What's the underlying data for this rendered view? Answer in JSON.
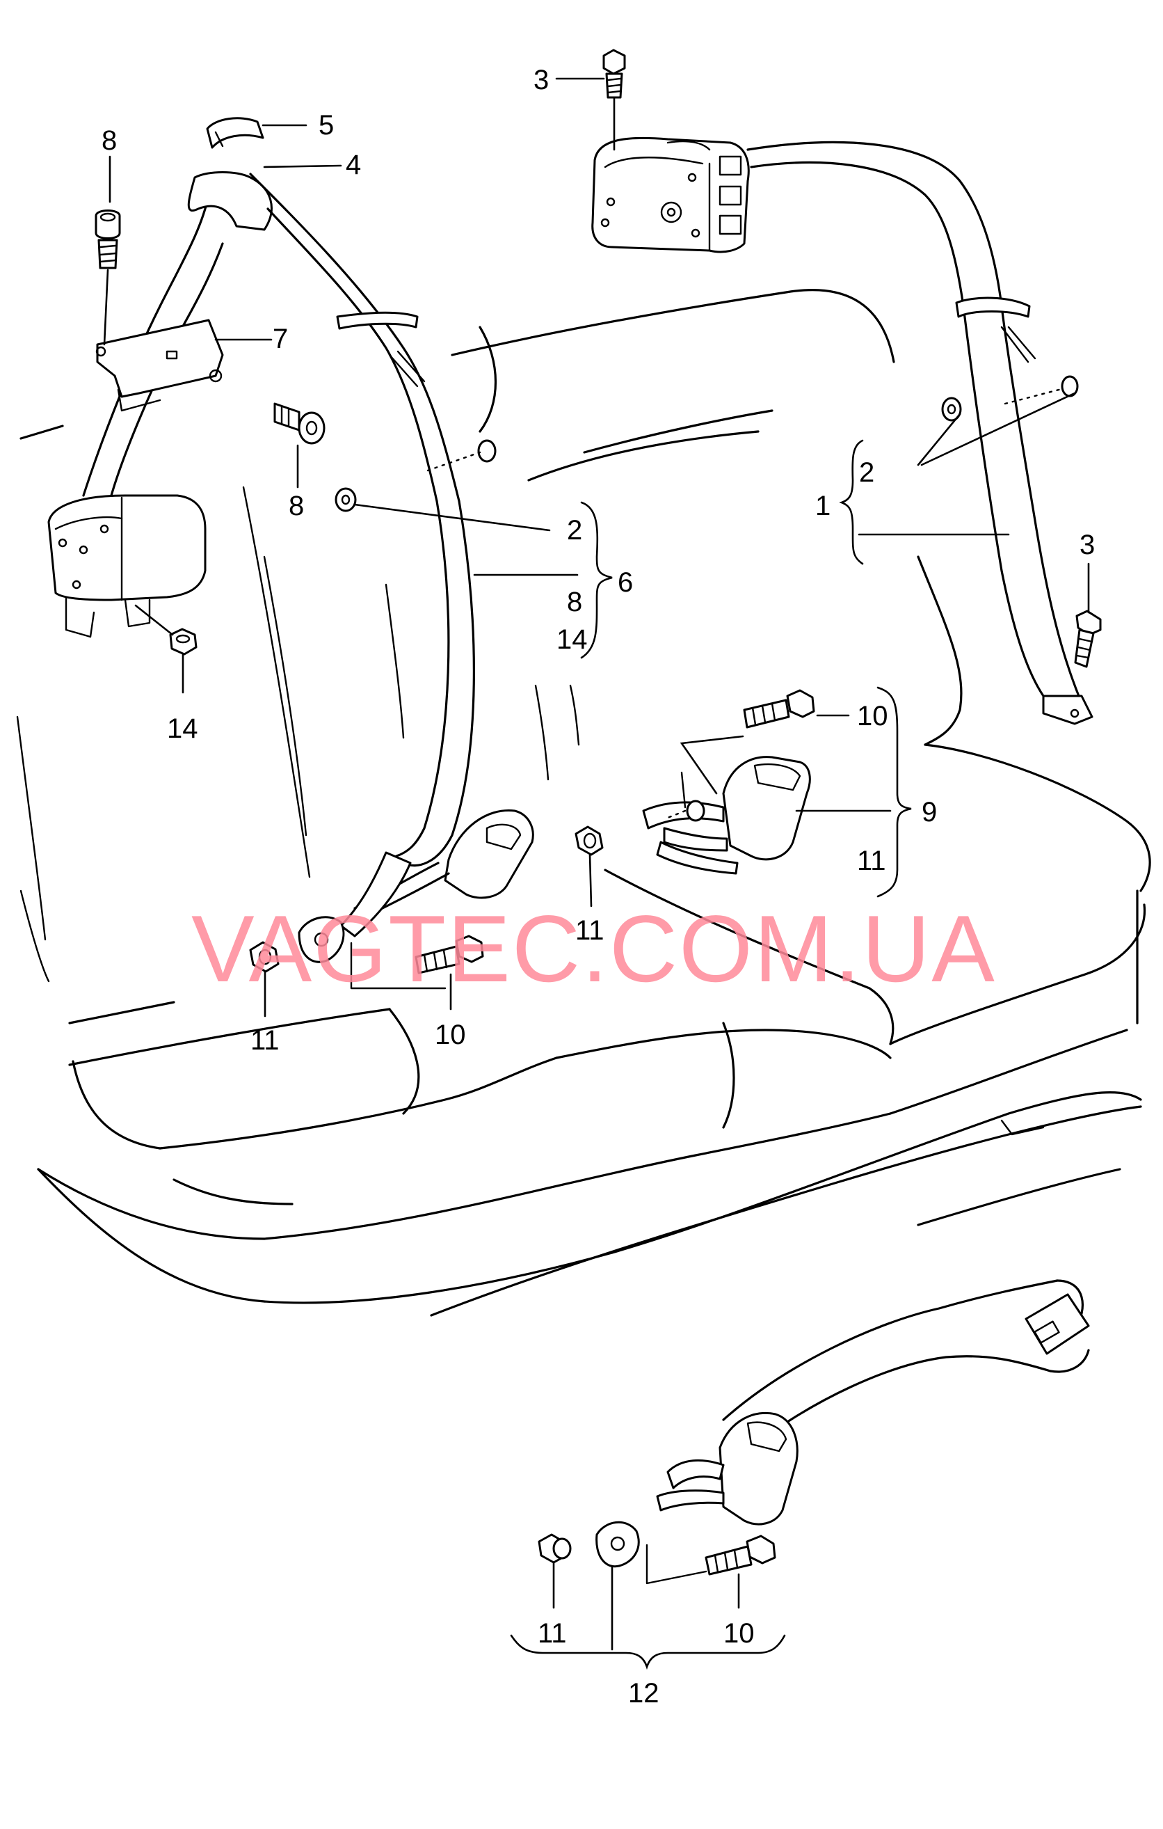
{
  "watermark": "VAGTEC.COM.UA",
  "callouts": {
    "c1": "1",
    "c2_right": "2",
    "c2_left": "2",
    "c3_top": "3",
    "c3_right": "3",
    "c4": "4",
    "c5": "5",
    "c6": "6",
    "c7": "7",
    "c8_top": "8",
    "c8_mid": "8",
    "c8_group": "8",
    "c9": "9",
    "c10_upper": "10",
    "c10_mid": "10",
    "c10_bottom": "10",
    "c11_group9": "11",
    "c11_center": "11",
    "c11_left": "11",
    "c11_bottom": "11",
    "c12": "12",
    "c14_left": "14",
    "c14_group": "14"
  },
  "icons": {
    "retractor": "seat-belt-retractor-icon",
    "buckle": "seat-belt-buckle-icon",
    "bolt": "bolt-icon",
    "nut": "nut-icon",
    "washer": "washer-icon",
    "cap": "cover-cap-icon"
  }
}
